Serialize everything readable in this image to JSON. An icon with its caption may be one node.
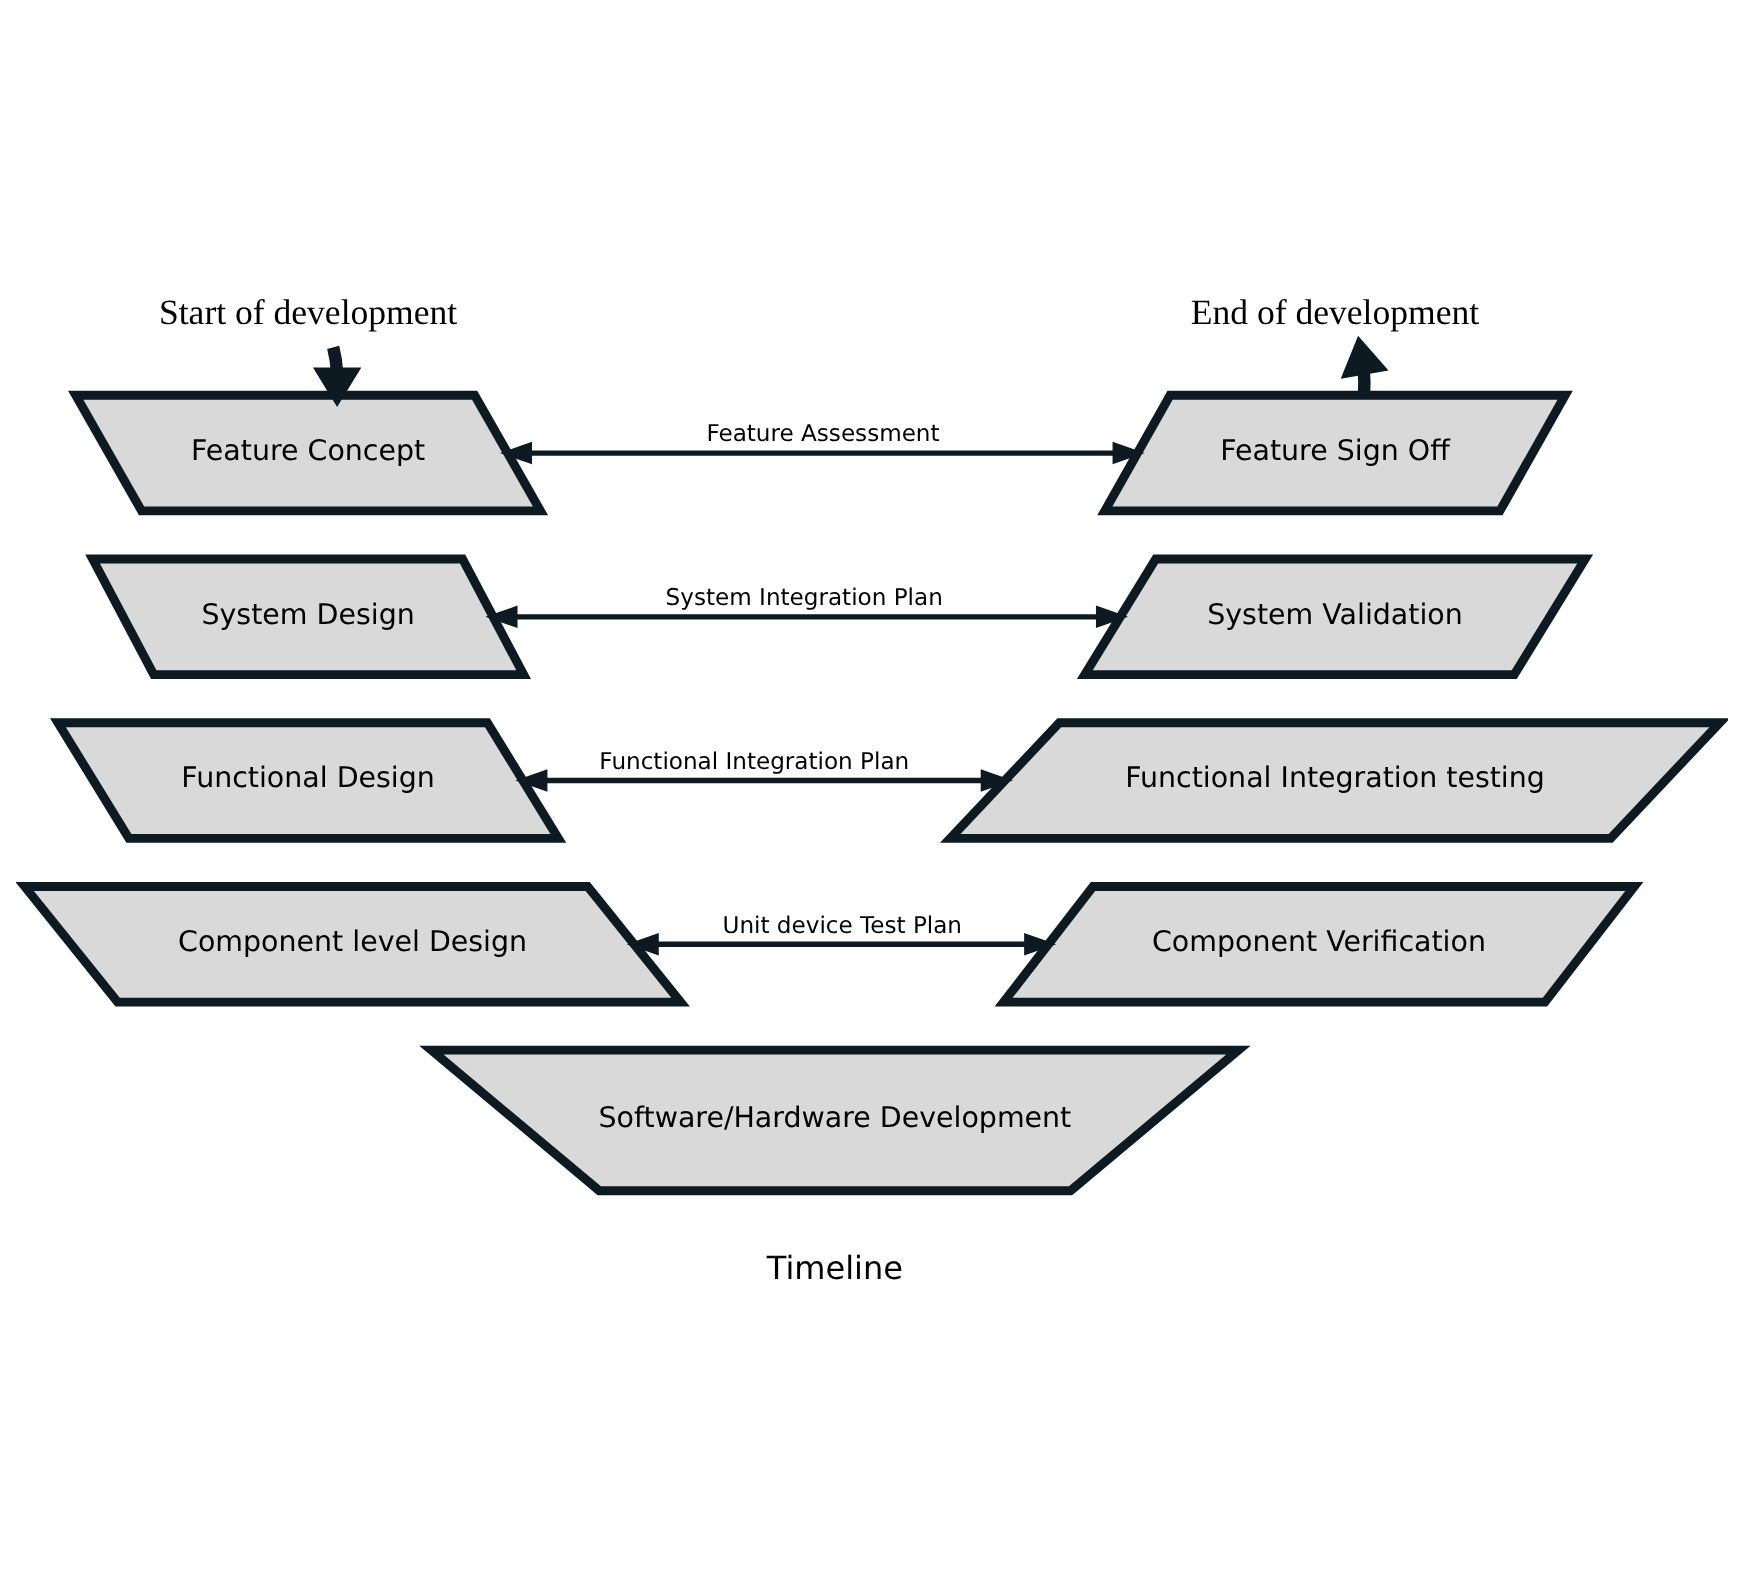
{
  "diagram": {
    "nodes": [
      {
        "text": [
          "Start of development"
        ]
      },
      {
        "text": [
          "End of development"
        ]
      },
      {
        "text": [
          "Feature Concept"
        ]
      },
      {
        "text": [
          "System Design"
        ]
      },
      {
        "text": [
          "Functional Design"
        ]
      },
      {
        "text": [
          "Component level Design"
        ]
      },
      {
        "text": [
          "Software/Hardware Development"
        ]
      },
      {
        "text": [
          "Feature Sign Off"
        ]
      },
      {
        "text": [
          "System Validation"
        ]
      },
      {
        "text": [
          "Functional Integration testing"
        ]
      },
      {
        "text": [
          "Component Verification"
        ]
      }
    ],
    "edges": [
      {
        "from": 0,
        "to": 2,
        "arrow": "to",
        "style": "thick"
      },
      {
        "from": 7,
        "to": 1,
        "arrow": "to",
        "style": "thick"
      },
      {
        "from": 2,
        "to": 7,
        "arrow": "both",
        "label": "Feature Assessment"
      },
      {
        "from": 3,
        "to": 8,
        "arrow": "both",
        "label": "System Integration Plan"
      },
      {
        "from": 4,
        "to": 9,
        "arrow": "both",
        "label": "Functional Integration Plan"
      },
      {
        "from": 5,
        "to": 10,
        "arrow": "both",
        "label": "Unit device Test Plan"
      }
    ],
    "labels": [
      "Timeline"
    ]
  }
}
